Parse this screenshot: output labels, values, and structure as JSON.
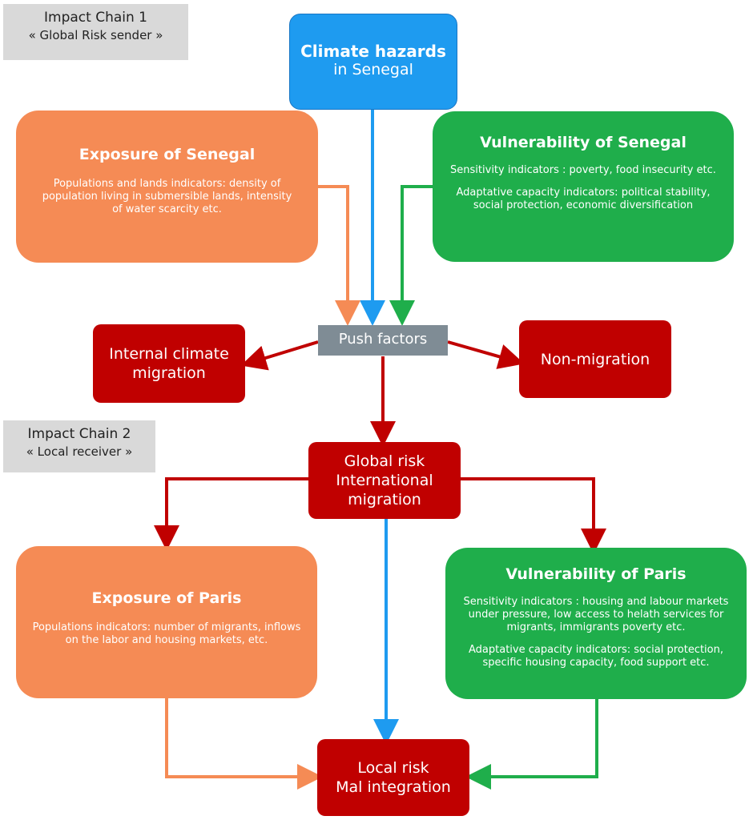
{
  "chain1": {
    "title": "Impact Chain 1",
    "subtitle": "« Global Risk sender »"
  },
  "chain2": {
    "title": "Impact Chain 2",
    "subtitle": "« Local receiver »"
  },
  "climate_hazards": {
    "title": "Climate hazards",
    "subtitle": "in Senegal"
  },
  "exposure_senegal": {
    "title": "Exposure of Senegal",
    "text": "Populations and lands indicators: density of population living in submersible lands, intensity of water scarcity etc."
  },
  "vulnerability_senegal": {
    "title": "Vulnerability of Senegal",
    "sensitivity": "Sensitivity indicators : poverty, food insecurity etc.",
    "adaptive": "Adaptative capacity indicators: political stability, social protection, economic diversification"
  },
  "push_factors": "Push factors",
  "internal_migration": {
    "line1": "Internal climate",
    "line2": "migration"
  },
  "non_migration": "Non-migration",
  "global_risk": {
    "line1": "Global risk",
    "line2": "International",
    "line3": "migration"
  },
  "exposure_paris": {
    "title": "Exposure of Paris",
    "text": "Populations indicators: number of migrants, inflows on the labor and housing markets, etc."
  },
  "vulnerability_paris": {
    "title": "Vulnerability of Paris",
    "sensitivity": "Sensitivity indicators : housing and labour markets under pressure, low access to helath services for migrants, immigrants poverty etc.",
    "adaptive": "Adaptative capacity indicators: social protection, specific housing capacity, food support etc."
  },
  "local_risk": {
    "line1": "Local risk",
    "line2": "Mal integration"
  },
  "colors": {
    "orange": "#f58b55",
    "green": "#1fae4b",
    "blue": "#1e9bf0",
    "red": "#c00000",
    "grey": "#7f8c95",
    "label_bg": "#d9d9d9"
  }
}
